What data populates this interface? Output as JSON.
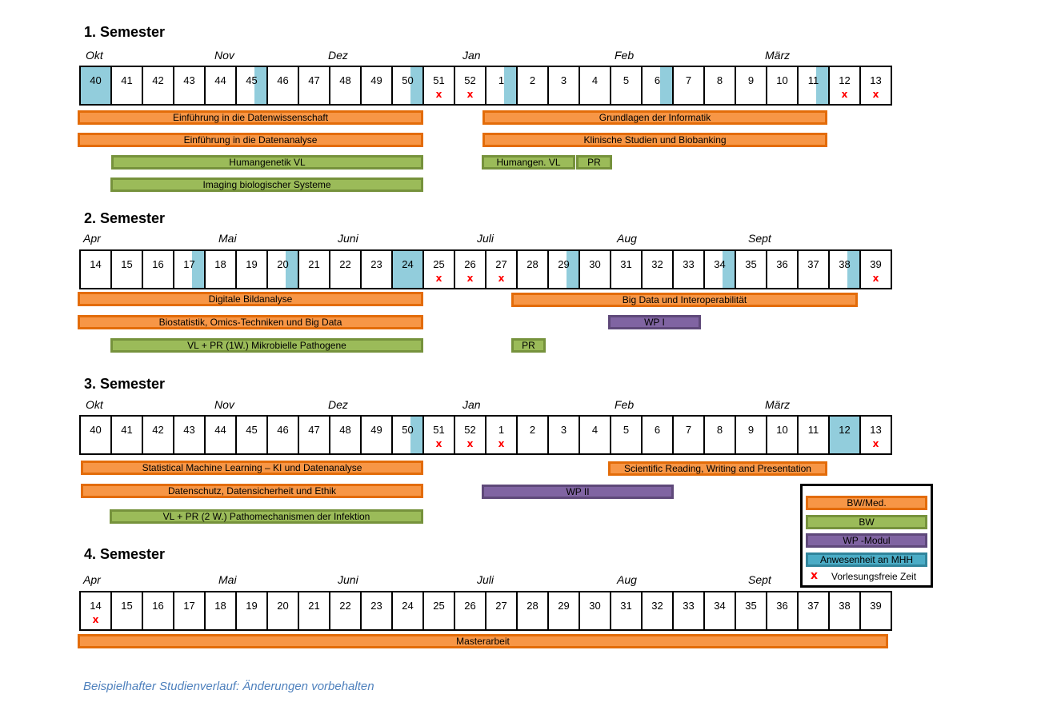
{
  "semesters": [
    {
      "title": "1. Semester",
      "months": [
        "Okt",
        "Nov",
        "Dez",
        "Jan",
        "Feb",
        "März"
      ],
      "weeks": [
        "40",
        "41",
        "42",
        "43",
        "44",
        "45",
        "46",
        "47",
        "48",
        "49",
        "50",
        "51",
        "52",
        "1",
        "2",
        "3",
        "4",
        "5",
        "6",
        "7",
        "8",
        "9",
        "10",
        "11",
        "12",
        "13"
      ],
      "bars": [
        {
          "label": "Einführung in die Datenwissenschaft",
          "type": "orange"
        },
        {
          "label": "Grundlagen der Informatik",
          "type": "orange"
        },
        {
          "label": "Einführung in die Datenanalyse",
          "type": "orange"
        },
        {
          "label": "Klinische Studien und Biobanking",
          "type": "orange"
        },
        {
          "label": "Humangenetik VL",
          "type": "green"
        },
        {
          "label": "Humangen. VL",
          "type": "green"
        },
        {
          "label": "PR",
          "type": "green"
        },
        {
          "label": "Imaging biologischer Systeme",
          "type": "green"
        }
      ]
    },
    {
      "title": "2. Semester",
      "months": [
        "Apr",
        "Mai",
        "Juni",
        "Juli",
        "Aug",
        "Sept"
      ],
      "weeks": [
        "14",
        "15",
        "16",
        "17",
        "18",
        "19",
        "20",
        "21",
        "22",
        "23",
        "24",
        "25",
        "26",
        "27",
        "28",
        "29",
        "30",
        "31",
        "32",
        "33",
        "34",
        "35",
        "36",
        "37",
        "38",
        "39"
      ],
      "bars": [
        {
          "label": "Digitale Bildanalyse",
          "type": "orange"
        },
        {
          "label": "Big Data und Interoperabilität",
          "type": "orange"
        },
        {
          "label": "Biostatistik, Omics-Techniken und Big Data",
          "type": "orange"
        },
        {
          "label": "WP I",
          "type": "purple"
        },
        {
          "label": "VL + PR (1W.) Mikrobielle Pathogene",
          "type": "green"
        },
        {
          "label": "PR",
          "type": "green"
        }
      ]
    },
    {
      "title": "3. Semester",
      "months": [
        "Okt",
        "Nov",
        "Dez",
        "Jan",
        "Feb",
        "März"
      ],
      "weeks": [
        "40",
        "41",
        "42",
        "43",
        "44",
        "45",
        "46",
        "47",
        "48",
        "49",
        "50",
        "51",
        "52",
        "1",
        "2",
        "3",
        "4",
        "5",
        "6",
        "7",
        "8",
        "9",
        "10",
        "11",
        "12",
        "13"
      ],
      "bars": [
        {
          "label": "Statistical Machine Learning – KI und Datenanalyse",
          "type": "orange"
        },
        {
          "label": "Scientific  Reading, Writing and Presentation",
          "type": "orange"
        },
        {
          "label": "Datenschutz, Datensicherheit und Ethik",
          "type": "orange"
        },
        {
          "label": "WP II",
          "type": "purple"
        },
        {
          "label": "VL + PR (2 W.) Pathomechanismen der Infektion",
          "type": "green"
        }
      ]
    },
    {
      "title": "4. Semester",
      "months": [
        "Apr",
        "Mai",
        "Juni",
        "Juli",
        "Aug",
        "Sept"
      ],
      "weeks": [
        "14",
        "15",
        "16",
        "17",
        "18",
        "19",
        "20",
        "21",
        "22",
        "23",
        "24",
        "25",
        "26",
        "27",
        "28",
        "29",
        "30",
        "31",
        "32",
        "33",
        "34",
        "35",
        "36",
        "37",
        "38",
        "39"
      ],
      "bars": [
        {
          "label": "Masterarbeit",
          "type": "orange"
        }
      ]
    }
  ],
  "no_lecture_mark": "x",
  "legend": {
    "items": [
      "BW/Med.",
      "BW",
      "WP -Modul",
      "Anwesenheit an MHH"
    ],
    "no_lecture_symbol": "x",
    "no_lecture_label": "Vorlesungsfreie Zeit"
  },
  "colors": {
    "orange": "#f79646",
    "green": "#9bbb59",
    "purple": "#8064a2",
    "attendance": "#92cddc",
    "no_lecture": "#ff0000"
  },
  "footer": "Beispielhafter Studienverlauf: Änderungen vorbehalten"
}
